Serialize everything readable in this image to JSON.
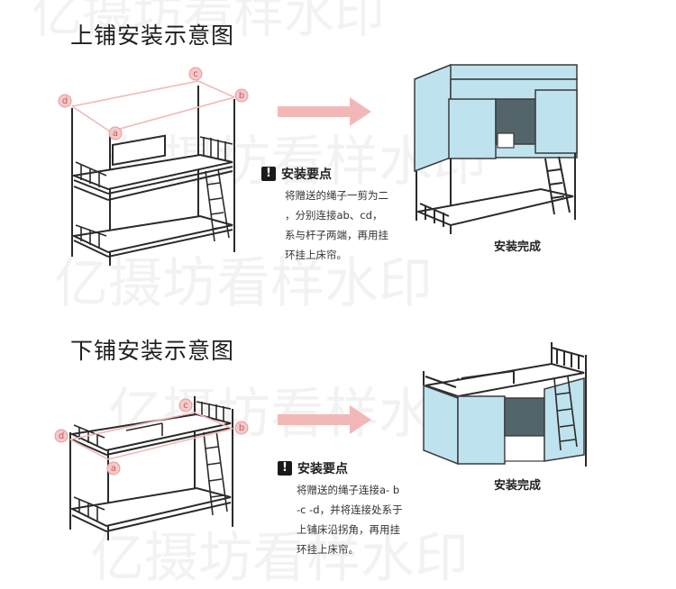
{
  "top": {
    "title": "上铺安装示意图",
    "note_heading": "安装要点",
    "note_lines": [
      "将赠送的绳子一剪为二",
      "，分别连接ab、cd，",
      "系与杆子两端，再用挂",
      "环挂上床帘。"
    ],
    "done_label": "安装完成",
    "point_labels": [
      "a",
      "b",
      "c",
      "d"
    ]
  },
  "bottom": {
    "title": "下铺安装示意图",
    "note_heading": "安装要点",
    "note_lines": [
      "将赠送的绳子连接a- b",
      "-c -d，并将连接处系于",
      "上铺床沿拐角，再用挂",
      "环挂上床帘。"
    ],
    "done_label": "安装完成",
    "point_labels": [
      "a",
      "b",
      "c",
      "d"
    ]
  },
  "watermark": "亿摄坊看样水印",
  "colors": {
    "curtain": "#bfe3ee",
    "curtain_stroke": "#3b3b3b",
    "arrow": "#f2b8b8",
    "marker_fill": "#f4c9c9",
    "marker_stroke": "#e89a9a",
    "frame": "#2a2a2a",
    "window": "#53656a"
  },
  "icons": {
    "warning": "warning-icon",
    "arrow": "arrow-right-icon"
  }
}
